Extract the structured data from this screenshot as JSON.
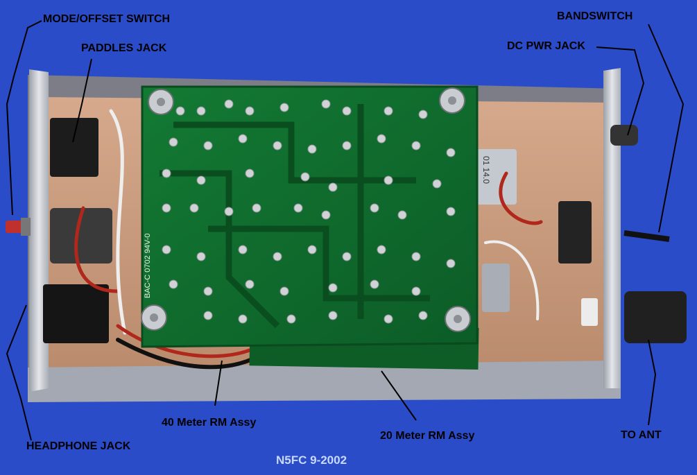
{
  "labels": {
    "mode_offset_switch": "MODE/OFFSET SWITCH",
    "paddles_jack": "PADDLES JACK",
    "bandswitch": "BANDSWITCH",
    "dc_pwr_jack": "DC PWR JACK",
    "forty_meter_rm_assy": "40 Meter RM Assy",
    "twenty_meter_rm_assy": "20 Meter RM Assy",
    "headphone_jack": "HEADPHONE JACK",
    "to_ant": "TO ANT"
  },
  "credit": "N5FC 9-2002",
  "board_markings": {
    "part_number": "BAC-C 0702 94V-0",
    "crystal_marking": "01 14.0"
  },
  "colors": {
    "background": "#2a4cc8",
    "label_text": "#000000",
    "credit_text": "#c9d9ff",
    "pcb_green": "#0f6a2c",
    "enclosure_copper": "#c99a7c"
  }
}
